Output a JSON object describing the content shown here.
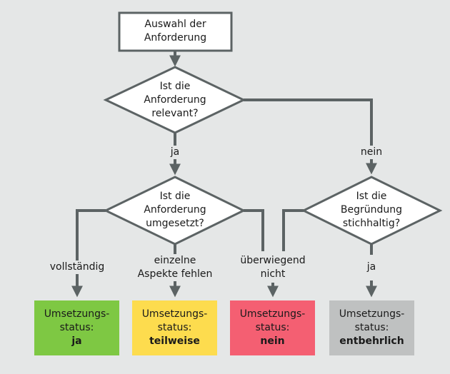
{
  "start": {
    "line1": "Auswahl der",
    "line2": "Anforderung"
  },
  "decision1": {
    "line1": "Ist die",
    "line2": "Anforderung",
    "line3": "relevant?"
  },
  "decision2": {
    "line1": "Ist die",
    "line2": "Anforderung",
    "line3": "umgesetzt?"
  },
  "decision3": {
    "line1": "Ist die",
    "line2": "Begründung",
    "line3": "stichhaltig?"
  },
  "edges": {
    "ja1": "ja",
    "nein1": "nein",
    "vollstaendig": "vollständig",
    "einzelne_1": "einzelne",
    "einzelne_2": "Aspekte fehlen",
    "ueberwiegend_1": "überwiegend",
    "ueberwiegend_2": "nicht",
    "ja2": "ja"
  },
  "outcomes": [
    {
      "line1": "Umsetzungs-",
      "line2": "status:",
      "value": "ja",
      "color": "#7ec843"
    },
    {
      "line1": "Umsetzungs-",
      "line2": "status:",
      "value": "teilweise",
      "color": "#fddc4e"
    },
    {
      "line1": "Umsetzungs-",
      "line2": "status:",
      "value": "nein",
      "color": "#f45f72"
    },
    {
      "line1": "Umsetzungs-",
      "line2": "status:",
      "value": "entbehrlich",
      "color": "#bfc1c1"
    }
  ],
  "colors": {
    "background": "#e5e7e7",
    "connector": "#5c6364"
  }
}
